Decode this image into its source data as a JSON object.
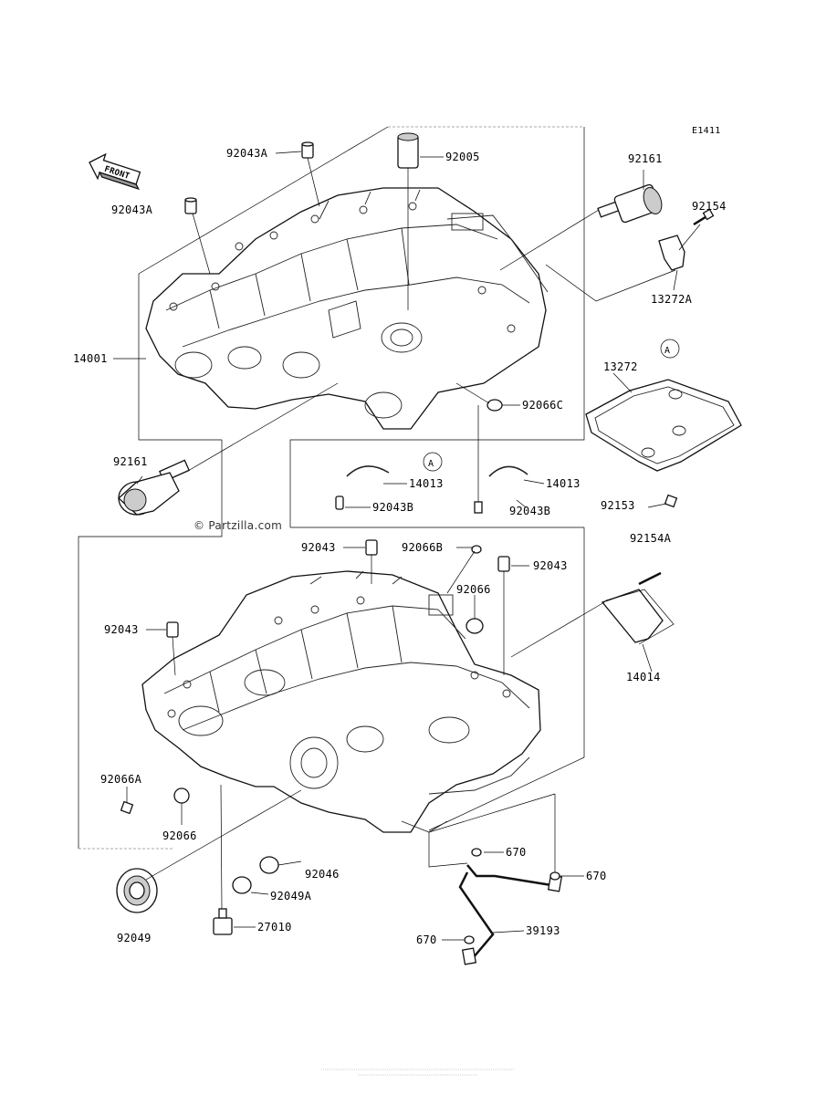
{
  "diagram_code": "E1411",
  "front_label": "FRONT",
  "watermark": "© Partzilla.com",
  "callouts": {
    "ref_a1": "A",
    "ref_a2": "A",
    "p92043A_1": "92043A",
    "p92043A_2": "92043A",
    "p92005": "92005",
    "p92161_1": "92161",
    "p92154": "92154",
    "p13272A": "13272A",
    "p14001": "14001",
    "p92066C": "92066C",
    "p13272": "13272",
    "p92161_2": "92161",
    "p14013_1": "14013",
    "p14013_2": "14013",
    "p92043B_1": "92043B",
    "p92043B_2": "92043B",
    "p92153": "92153",
    "p92154A": "92154A",
    "p92043_1": "92043",
    "p92066B": "92066B",
    "p92043_2": "92043",
    "p92066_1": "92066",
    "p92043_3": "92043",
    "p14014": "14014",
    "p92066A": "92066A",
    "p92066_2": "92066",
    "p92046": "92046",
    "p670_1": "670",
    "p670_2": "670",
    "p92049A": "92049A",
    "p92049": "92049",
    "p27010": "27010",
    "p39193": "39193",
    "p670_3": "670"
  }
}
